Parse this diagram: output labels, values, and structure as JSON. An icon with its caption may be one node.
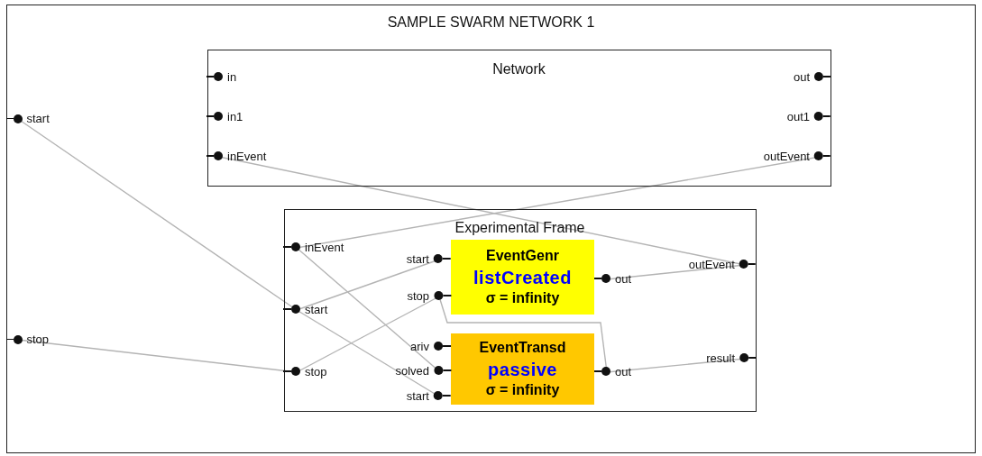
{
  "diagram": {
    "nodes": [
      {
        "text": [
          "SAMPLE SWARM NETWORK 1"
        ]
      },
      {
        "text": [
          "Network"
        ],
        "in": 0
      },
      {
        "text": [
          "Experimental Frame"
        ],
        "in": 0
      },
      {
        "text": [
          "EventGenr",
          "listCreated",
          "σ = infinity"
        ],
        "in": 2
      },
      {
        "text": [
          "EventTransd",
          "passive",
          "σ = infinity"
        ],
        "in": 2
      },
      {
        "text": [
          "start"
        ],
        "in": 0
      },
      {
        "text": [
          "stop"
        ],
        "in": 0
      },
      {
        "text": [
          "in"
        ],
        "in": 1
      },
      {
        "text": [
          "in1"
        ],
        "in": 1
      },
      {
        "text": [
          "inEvent"
        ],
        "in": 1
      },
      {
        "text": [
          "out"
        ],
        "in": 1
      },
      {
        "text": [
          "out1"
        ],
        "in": 1
      },
      {
        "text": [
          "outEvent"
        ],
        "in": 1
      },
      {
        "text": [
          "inEvent"
        ],
        "in": 2
      },
      {
        "text": [
          "start"
        ],
        "in": 2
      },
      {
        "text": [
          "stop"
        ],
        "in": 2
      },
      {
        "text": [
          "outEvent"
        ],
        "in": 2
      },
      {
        "text": [
          "result"
        ],
        "in": 2
      },
      {
        "text": [
          "start"
        ],
        "in": 2
      },
      {
        "text": [
          "stop"
        ],
        "in": 2
      },
      {
        "text": [
          "out"
        ],
        "in": 2
      },
      {
        "text": [
          "ariv"
        ],
        "in": 2
      },
      {
        "text": [
          "solved"
        ],
        "in": 2
      },
      {
        "text": [
          "start"
        ],
        "in": 2
      },
      {
        "text": [
          "out"
        ],
        "in": 2
      }
    ],
    "edges": [
      {
        "from": 5,
        "to": 14,
        "arrow": "none"
      },
      {
        "from": 6,
        "to": 15,
        "arrow": "none"
      },
      {
        "from": 16,
        "to": 9,
        "arrow": "none"
      },
      {
        "from": 12,
        "to": 13,
        "arrow": "none"
      },
      {
        "from": 13,
        "to": 22,
        "arrow": "none"
      },
      {
        "from": 14,
        "to": 18,
        "arrow": "none"
      },
      {
        "from": 14,
        "to": 23,
        "arrow": "none"
      },
      {
        "from": 15,
        "to": 19,
        "arrow": "none"
      },
      {
        "from": 24,
        "to": 19,
        "arrow": "none"
      },
      {
        "from": 20,
        "to": 16,
        "arrow": "none"
      },
      {
        "from": 24,
        "to": 17,
        "arrow": "none"
      }
    ]
  }
}
